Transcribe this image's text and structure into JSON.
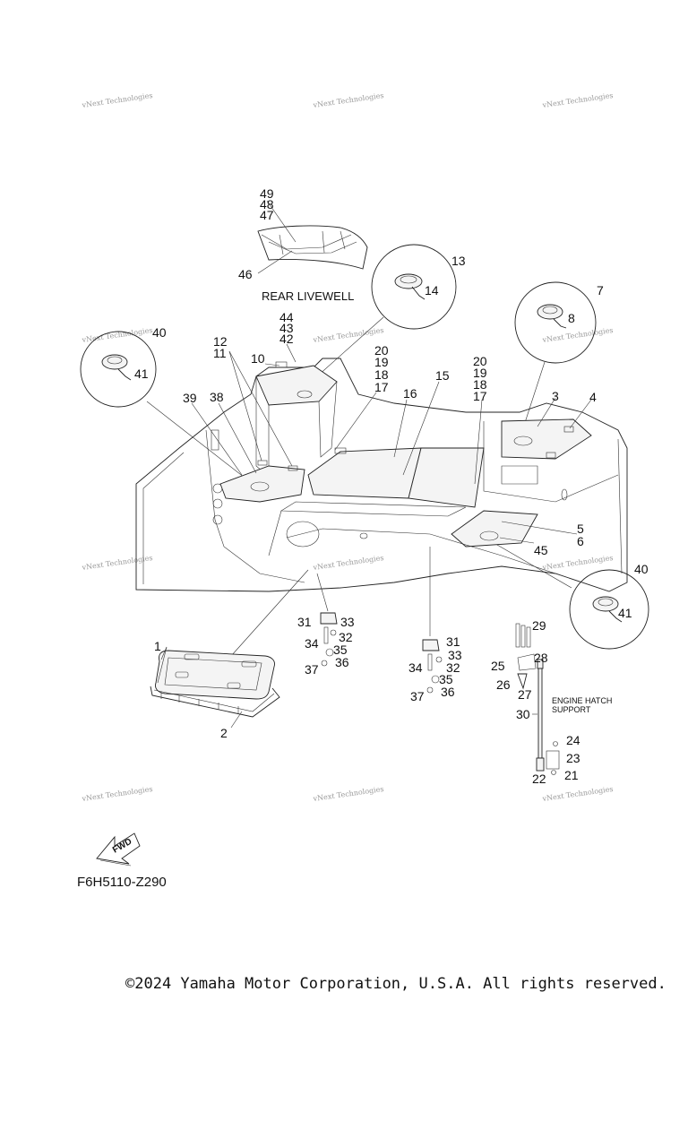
{
  "watermark": "vNext Technologies",
  "labels": {
    "rear_livewell": "REAR LIVEWELL",
    "engine_hatch_support_1": "ENGINE HATCH",
    "engine_hatch_support_2": "SUPPORT",
    "fwd": "FWD"
  },
  "callouts": {
    "c1": "1",
    "c2": "2",
    "c3": "3",
    "c4": "4",
    "c5": "5",
    "c6": "6",
    "c7": "7",
    "c8": "8",
    "c10": "10",
    "c11": "11",
    "c12": "12",
    "c13": "13",
    "c14": "14",
    "c15": "15",
    "c16": "16",
    "c17a": "17",
    "c18a": "18",
    "c19a": "19",
    "c20a": "20",
    "c17b": "17",
    "c18b": "18",
    "c19b": "19",
    "c20b": "20",
    "c21": "21",
    "c22": "22",
    "c23": "23",
    "c24": "24",
    "c25": "25",
    "c26": "26",
    "c27": "27",
    "c28": "28",
    "c29": "29",
    "c30": "30",
    "c31a": "31",
    "c32a": "32",
    "c33a": "33",
    "c34a": "34",
    "c35a": "35",
    "c36a": "36",
    "c37a": "37",
    "c31b": "31",
    "c32b": "32",
    "c33b": "33",
    "c34b": "34",
    "c35b": "35",
    "c36b": "36",
    "c37b": "37",
    "c38": "38",
    "c39": "39",
    "c40a": "40",
    "c41a": "41",
    "c40b": "40",
    "c41b": "41",
    "c42": "42",
    "c43": "43",
    "c44": "44",
    "c45": "45",
    "c46": "46",
    "c47": "47",
    "c48": "48",
    "c49": "49"
  },
  "diagram_code": "F6H5110-Z290",
  "copyright": "©2024 Yamaha Motor Corporation, U.S.A. All rights reserved."
}
